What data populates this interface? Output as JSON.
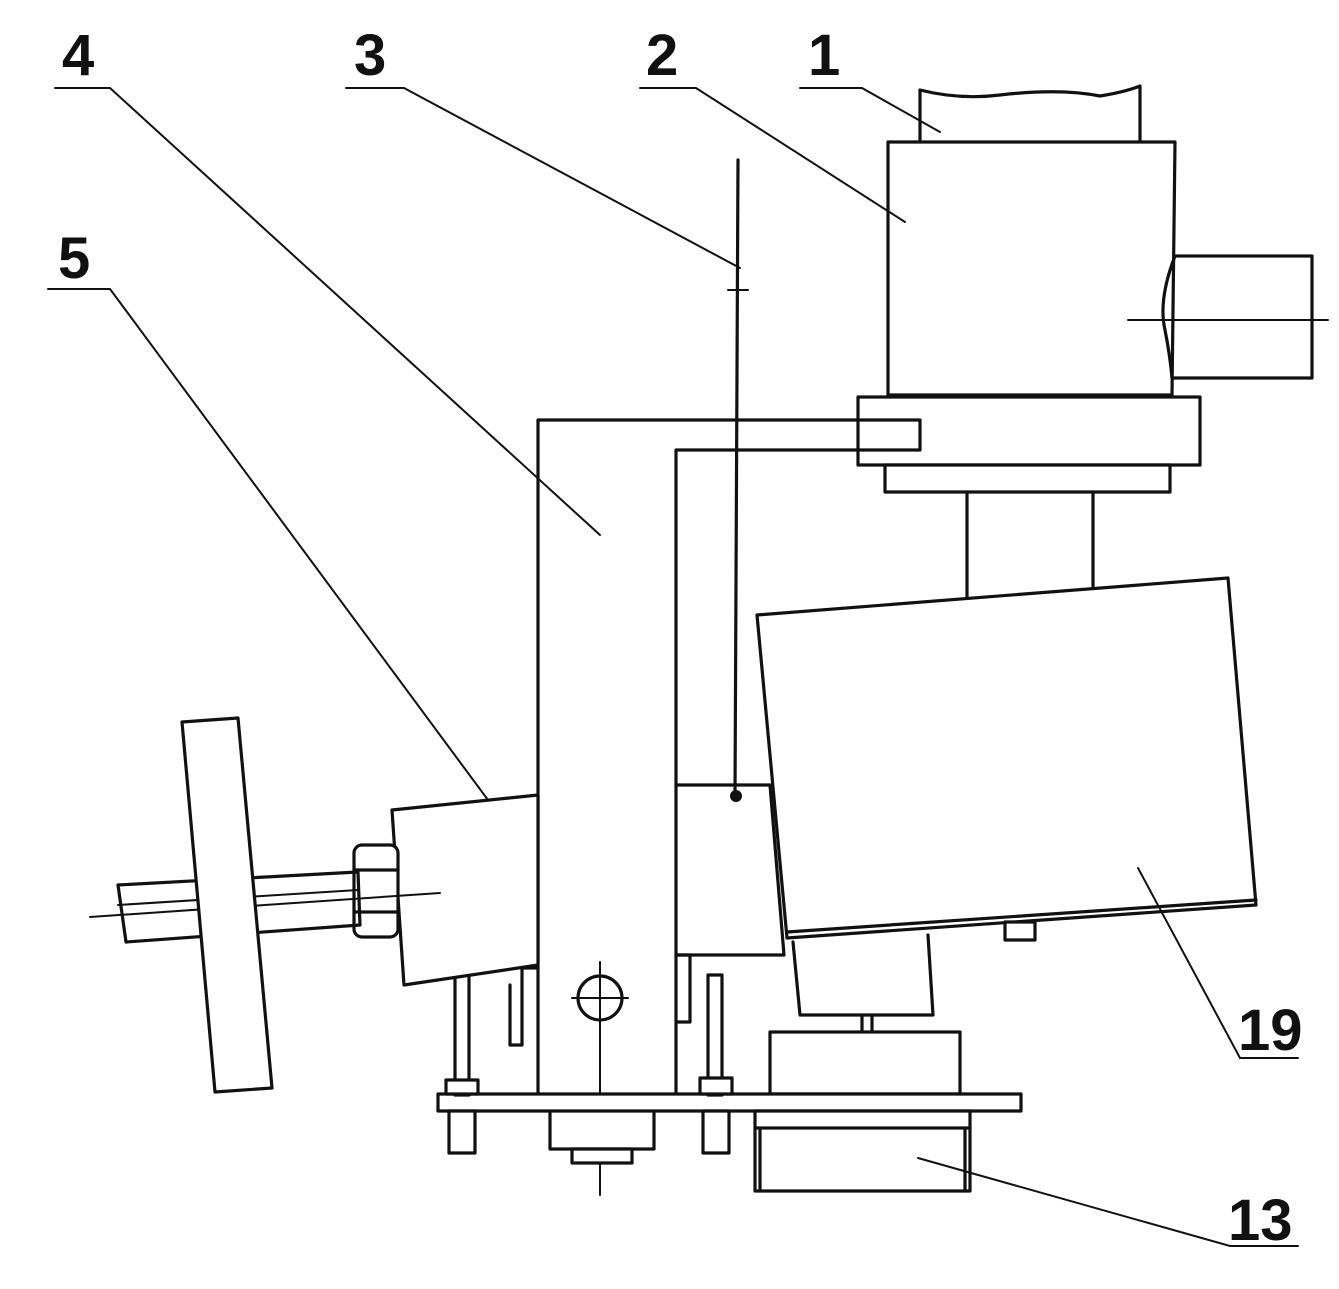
{
  "labels": {
    "part_1": "1",
    "part_2": "2",
    "part_3": "3",
    "part_4": "4",
    "part_5": "5",
    "part_13": "13",
    "part_19": "19"
  },
  "colors": {
    "line": "#111111",
    "background": "#ffffff"
  }
}
